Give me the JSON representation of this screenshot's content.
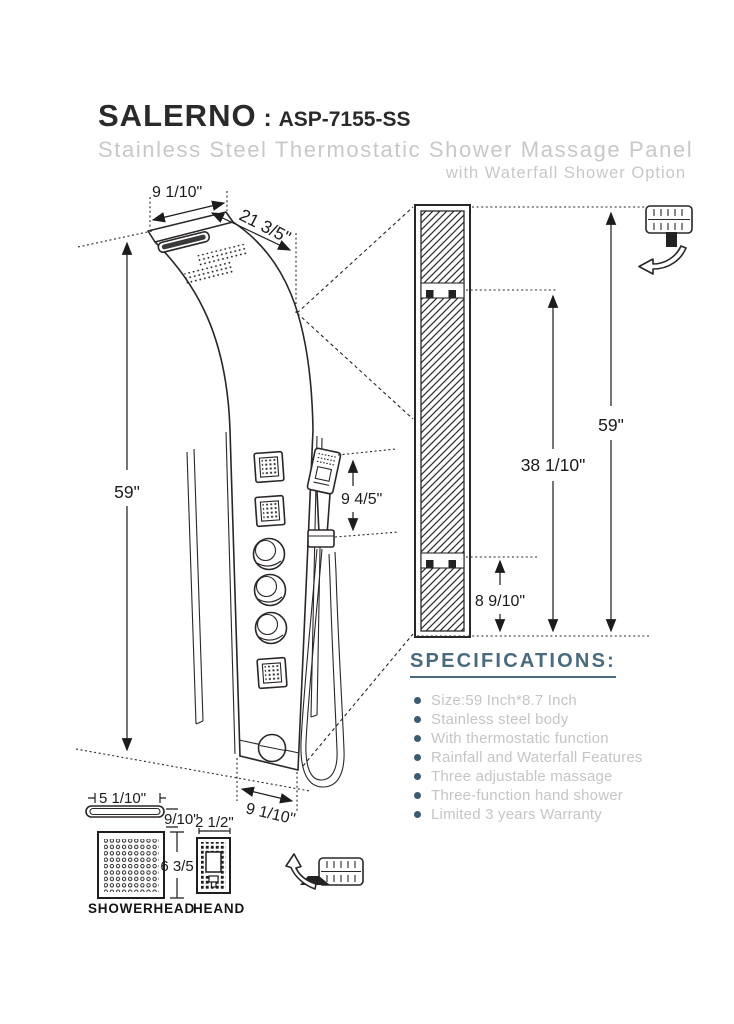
{
  "header": {
    "brand": "SALERNO",
    "separator": ":",
    "model": "ASP-7155-SS",
    "subtitle_line1": "Stainless Steel Thermostatic Shower Massage Panel",
    "subtitle_line2": "with Waterfall Shower Option"
  },
  "front_view": {
    "dim_top_width": "9 1/10\"",
    "dim_head_length": "21 3/5\"",
    "dim_height": "59\"",
    "dim_handshower_height": "9 4/5\"",
    "dim_bottom_width": "9 1/10\""
  },
  "side_view": {
    "dim_height": "59\"",
    "dim_upper_bracket_height": "38 1/10\"",
    "dim_lower_bracket_height": "8 9/10\""
  },
  "detail_views": {
    "dim_waterfall_slot_width": "5 1/10\"",
    "dim_slot_offset": "9/10\"",
    "dim_hand_width": "2 1/2\"",
    "dim_showerhead_height": "6 3/5",
    "showerhead_label": "SHOWERHEAD",
    "hand_label": "HEAND"
  },
  "specifications": {
    "title": "SPECIFICATIONS:",
    "items": [
      "Size:59 Inch*8.7 Inch",
      "Stainless steel body",
      "With thermostatic function",
      "Rainfall and Waterfall Features",
      "Three adjustable massage",
      "Three-function hand shower",
      "Limited 3 years Warranty"
    ]
  },
  "icons": {
    "top_right": "handshower-rotate-icon",
    "bottom_middle": "handshower-tilt-icon"
  },
  "colors": {
    "line": "#2b2628",
    "title_text": "#2a2a2a",
    "subtitle_gray": "#c8c8c8",
    "spec_heading": "#4a6a7e",
    "spec_bullet": "#3d5b70",
    "spec_text": "#c5c5c5"
  }
}
